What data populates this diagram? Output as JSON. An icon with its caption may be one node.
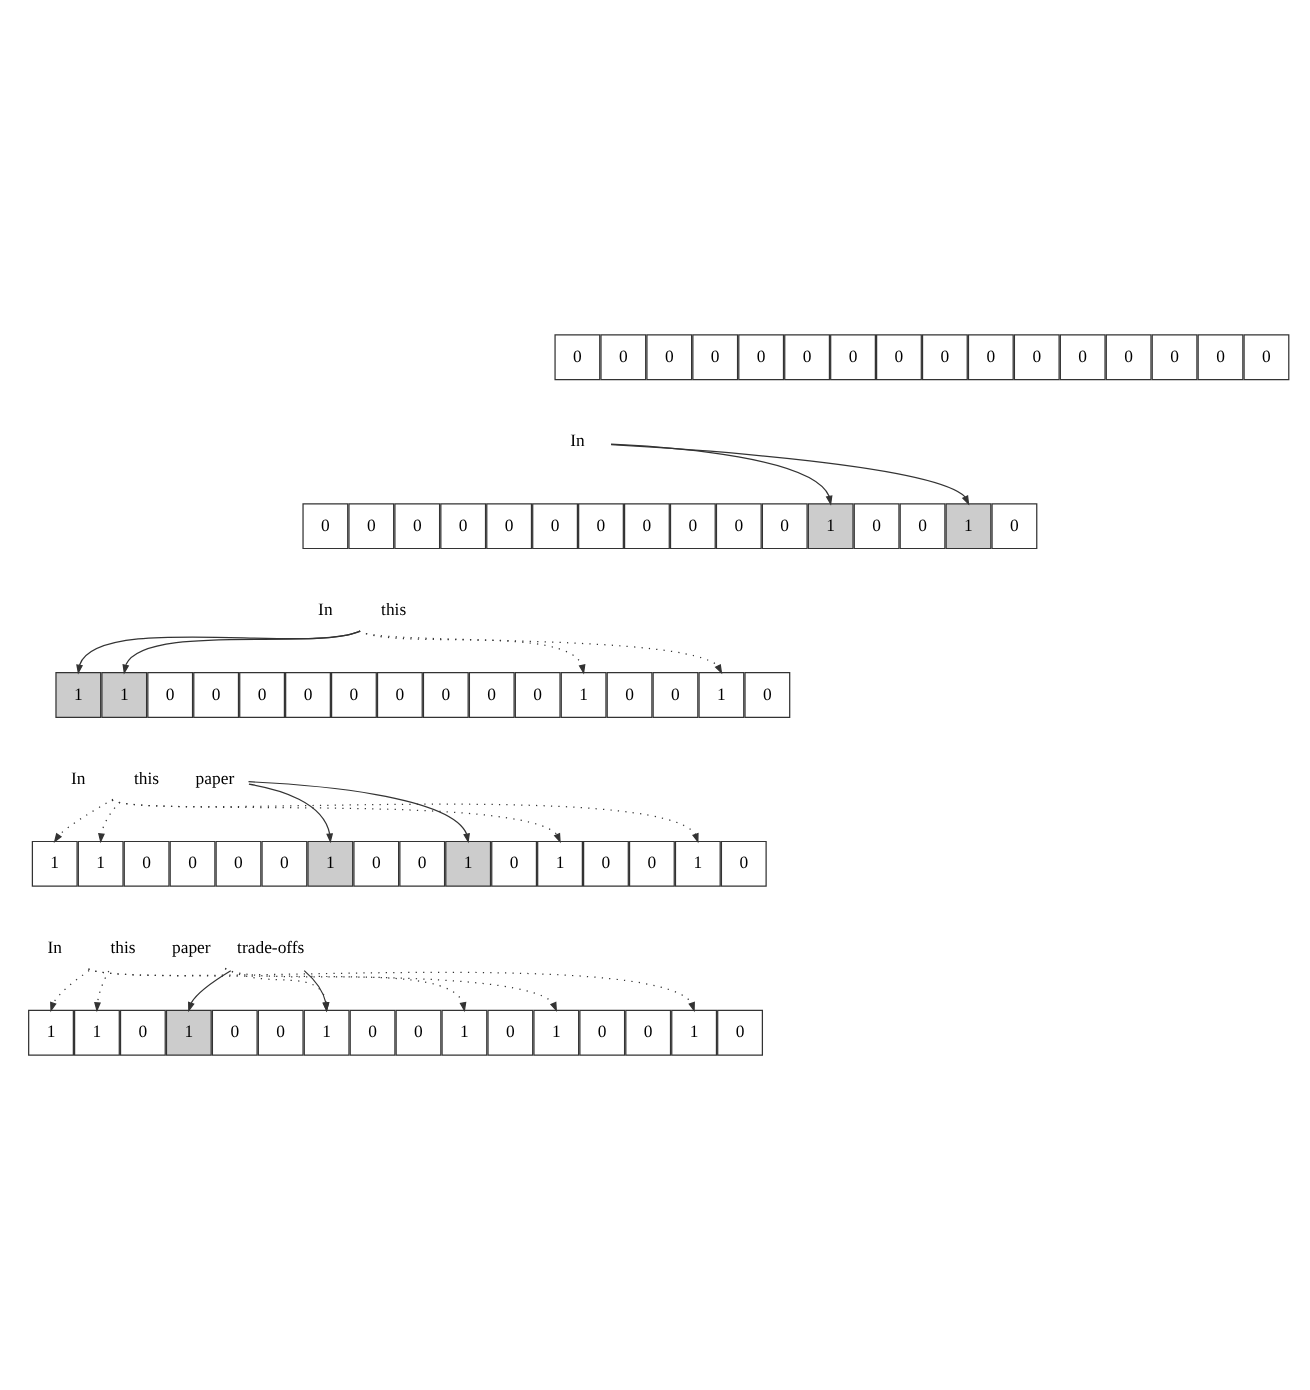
{
  "diagram": {
    "nodes": [
      {
        "text": [
          "0"
        ]
      },
      {
        "text": [
          "0"
        ]
      },
      {
        "text": [
          "0"
        ]
      },
      {
        "text": [
          "0"
        ]
      },
      {
        "text": [
          "0"
        ]
      },
      {
        "text": [
          "0"
        ]
      },
      {
        "text": [
          "0"
        ]
      },
      {
        "text": [
          "0"
        ]
      },
      {
        "text": [
          "0"
        ]
      },
      {
        "text": [
          "0"
        ]
      },
      {
        "text": [
          "0"
        ]
      },
      {
        "text": [
          "0"
        ]
      },
      {
        "text": [
          "0"
        ]
      },
      {
        "text": [
          "0"
        ]
      },
      {
        "text": [
          "0"
        ]
      },
      {
        "text": [
          "0"
        ]
      },
      {
        "text": [
          "In"
        ]
      },
      {
        "text": [
          "0"
        ]
      },
      {
        "text": [
          "0"
        ]
      },
      {
        "text": [
          "0"
        ]
      },
      {
        "text": [
          "0"
        ]
      },
      {
        "text": [
          "0"
        ]
      },
      {
        "text": [
          "0"
        ]
      },
      {
        "text": [
          "0"
        ]
      },
      {
        "text": [
          "0"
        ]
      },
      {
        "text": [
          "0"
        ]
      },
      {
        "text": [
          "0"
        ]
      },
      {
        "text": [
          "0"
        ]
      },
      {
        "text": [
          "1"
        ]
      },
      {
        "text": [
          "0"
        ]
      },
      {
        "text": [
          "0"
        ]
      },
      {
        "text": [
          "1"
        ]
      },
      {
        "text": [
          "0"
        ]
      },
      {
        "text": [
          "In"
        ]
      },
      {
        "text": [
          "this"
        ]
      },
      {
        "text": [
          "1"
        ]
      },
      {
        "text": [
          "1"
        ]
      },
      {
        "text": [
          "0"
        ]
      },
      {
        "text": [
          "0"
        ]
      },
      {
        "text": [
          "0"
        ]
      },
      {
        "text": [
          "0"
        ]
      },
      {
        "text": [
          "0"
        ]
      },
      {
        "text": [
          "0"
        ]
      },
      {
        "text": [
          "0"
        ]
      },
      {
        "text": [
          "0"
        ]
      },
      {
        "text": [
          "0"
        ]
      },
      {
        "text": [
          "1"
        ]
      },
      {
        "text": [
          "0"
        ]
      },
      {
        "text": [
          "0"
        ]
      },
      {
        "text": [
          "1"
        ]
      },
      {
        "text": [
          "0"
        ]
      },
      {
        "text": [
          "In"
        ]
      },
      {
        "text": [
          "this"
        ]
      },
      {
        "text": [
          "paper"
        ]
      },
      {
        "text": [
          "1"
        ]
      },
      {
        "text": [
          "1"
        ]
      },
      {
        "text": [
          "0"
        ]
      },
      {
        "text": [
          "0"
        ]
      },
      {
        "text": [
          "0"
        ]
      },
      {
        "text": [
          "0"
        ]
      },
      {
        "text": [
          "1"
        ]
      },
      {
        "text": [
          "0"
        ]
      },
      {
        "text": [
          "0"
        ]
      },
      {
        "text": [
          "1"
        ]
      },
      {
        "text": [
          "0"
        ]
      },
      {
        "text": [
          "1"
        ]
      },
      {
        "text": [
          "0"
        ]
      },
      {
        "text": [
          "0"
        ]
      },
      {
        "text": [
          "1"
        ]
      },
      {
        "text": [
          "0"
        ]
      },
      {
        "text": [
          "In"
        ]
      },
      {
        "text": [
          "this"
        ]
      },
      {
        "text": [
          "paper"
        ]
      },
      {
        "text": [
          "trade-offs"
        ]
      },
      {
        "text": [
          "1"
        ]
      },
      {
        "text": [
          "1"
        ]
      },
      {
        "text": [
          "0"
        ]
      },
      {
        "text": [
          "1"
        ]
      },
      {
        "text": [
          "0"
        ]
      },
      {
        "text": [
          "0"
        ]
      },
      {
        "text": [
          "1"
        ]
      },
      {
        "text": [
          "0"
        ]
      },
      {
        "text": [
          "0"
        ]
      },
      {
        "text": [
          "1"
        ]
      },
      {
        "text": [
          "0"
        ]
      },
      {
        "text": [
          "1"
        ]
      },
      {
        "text": [
          "0"
        ]
      },
      {
        "text": [
          "0"
        ]
      },
      {
        "text": [
          "1"
        ]
      },
      {
        "text": [
          "0"
        ]
      }
    ],
    "edges": [
      {
        "from": 16,
        "to": 28,
        "arrow": "to"
      },
      {
        "from": 16,
        "to": 31,
        "arrow": "to"
      },
      {
        "from": 33,
        "to": 46,
        "arrow": "to",
        "style": "dashed"
      },
      {
        "from": 33,
        "to": 49,
        "arrow": "to",
        "style": "dashed"
      },
      {
        "from": 34,
        "to": 35,
        "arrow": "to"
      },
      {
        "from": 34,
        "to": 36,
        "arrow": "to"
      },
      {
        "from": 51,
        "to": 65,
        "arrow": "to",
        "style": "dashed"
      },
      {
        "from": 51,
        "to": 68,
        "arrow": "to",
        "style": "dashed"
      },
      {
        "from": 52,
        "to": 54,
        "arrow": "to",
        "style": "dashed"
      },
      {
        "from": 52,
        "to": 55,
        "arrow": "to",
        "style": "dashed"
      },
      {
        "from": 53,
        "to": 60,
        "arrow": "to"
      },
      {
        "from": 53,
        "to": 63,
        "arrow": "to"
      },
      {
        "from": 70,
        "to": 85,
        "arrow": "to",
        "style": "dashed"
      },
      {
        "from": 70,
        "to": 88,
        "arrow": "to",
        "style": "dashed"
      },
      {
        "from": 71,
        "to": 74,
        "arrow": "to",
        "style": "dashed"
      },
      {
        "from": 71,
        "to": 75,
        "arrow": "to",
        "style": "dashed"
      },
      {
        "from": 72,
        "to": 80,
        "arrow": "to",
        "style": "dashed"
      },
      {
        "from": 72,
        "to": 83,
        "arrow": "to",
        "style": "dashed"
      },
      {
        "from": 73,
        "to": 77,
        "arrow": "to"
      },
      {
        "from": 73,
        "to": 80,
        "arrow": "to"
      }
    ]
  }
}
